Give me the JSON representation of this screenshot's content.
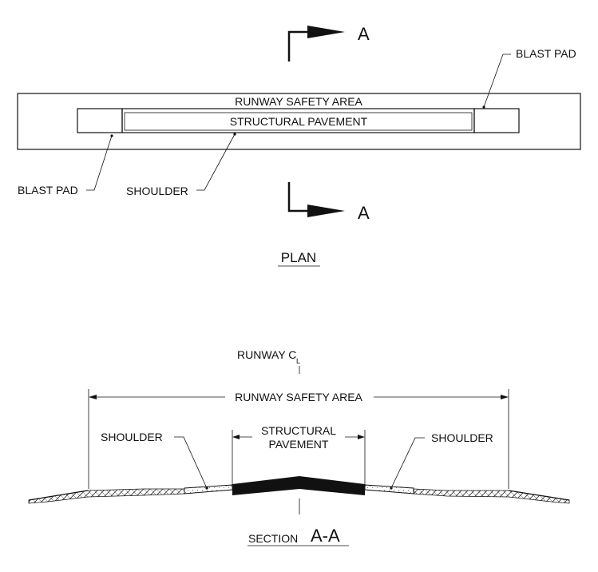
{
  "plan": {
    "section_marker": "A",
    "runway_safety_area": "RUNWAY SAFETY AREA",
    "structural_pavement": "STRUCTURAL PAVEMENT",
    "blast_pad_right": "BLAST PAD",
    "blast_pad_left": "BLAST PAD",
    "shoulder": "SHOULDER",
    "title": "PLAN"
  },
  "section": {
    "runway_cl": "RUNWAY C",
    "cl_sub": "L",
    "runway_safety_area": "RUNWAY SAFETY AREA",
    "structural_pavement_line1": "STRUCTURAL",
    "structural_pavement_line2": "PAVEMENT",
    "shoulder_left": "SHOULDER",
    "shoulder_right": "SHOULDER",
    "title_prefix": "SECTION",
    "title_marker": "A-A"
  }
}
